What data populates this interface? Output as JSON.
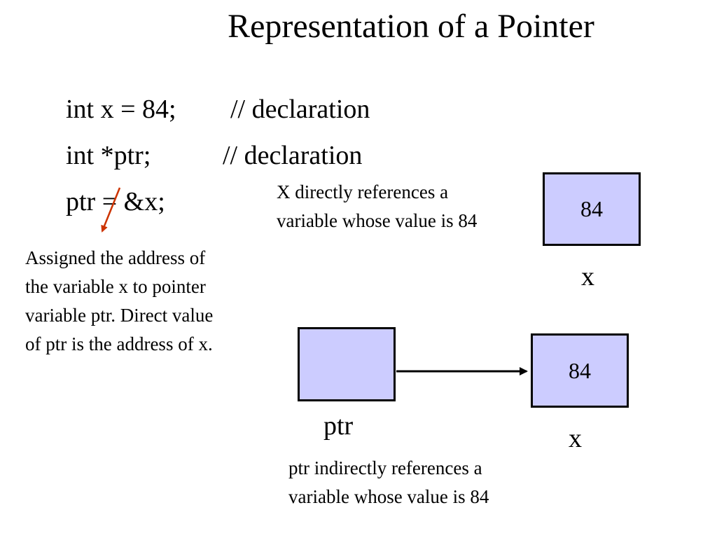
{
  "title": "Representation of a Pointer",
  "code": {
    "line1": {
      "statement": "int x = 84;",
      "comment": "// declaration"
    },
    "line2": {
      "statement": "int *ptr;",
      "comment": "// declaration"
    },
    "line3": {
      "statement": "ptr = &x;"
    }
  },
  "notes": {
    "assigned": [
      "Assigned the address of",
      "the variable x to pointer",
      "variable ptr. Direct value",
      "of ptr is the address of x."
    ],
    "direct": [
      "X directly references a",
      "variable whose value is 84"
    ],
    "indirect": [
      "ptr indirectly references a",
      "variable whose value is 84"
    ]
  },
  "top_box": {
    "value": "84",
    "label": "x"
  },
  "ptr_box": {
    "value": "",
    "label": "ptr"
  },
  "target_box": {
    "value": "84",
    "label": "x"
  },
  "colors": {
    "box_fill": "#ccccff",
    "annotation_arrow": "#cc3300",
    "pointer_arrow": "#000000"
  }
}
